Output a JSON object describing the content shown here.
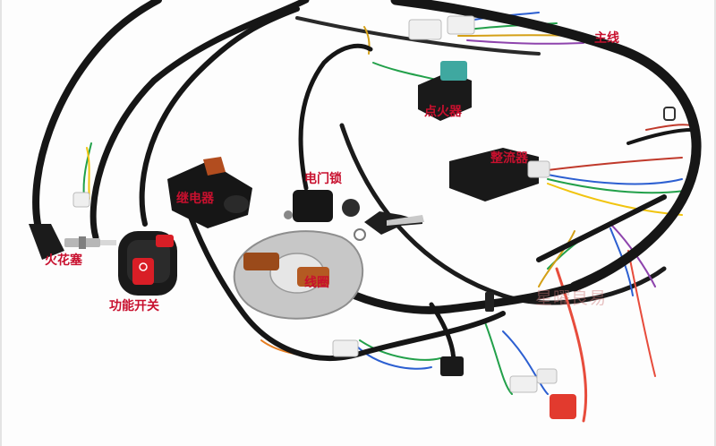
{
  "labels": {
    "spark_plug": "火花塞",
    "function_switch": "功能开关",
    "relay": "继电器",
    "ignition_lock": "电门锁",
    "stator_coil": "线圈",
    "ignition_cdi": "点火器",
    "rectifier": "整流器",
    "main_harness": "主线"
  },
  "watermark": "星曜良易",
  "colors": {
    "label_red": "#c8102e",
    "wire_black": "#1b1b1b",
    "background": "#fdfdfd"
  }
}
